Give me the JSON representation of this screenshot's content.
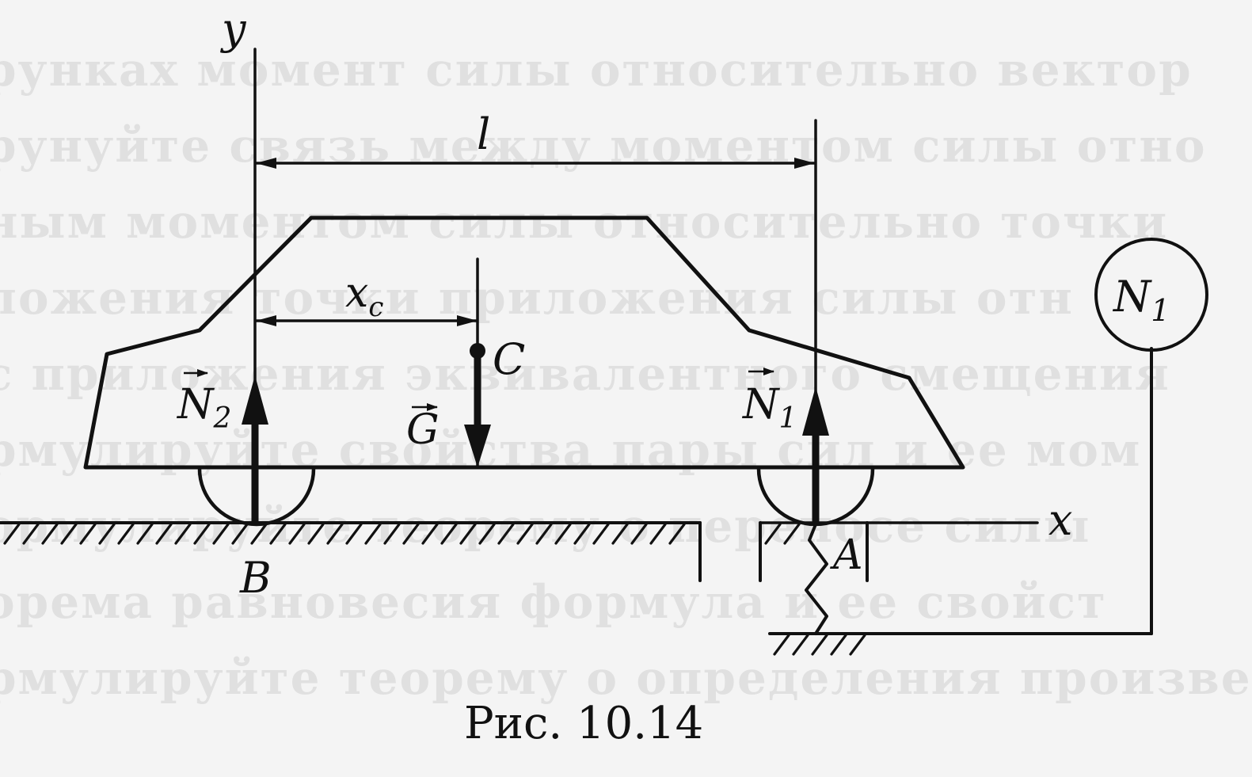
{
  "labels": {
    "y_axis": "y",
    "x_axis": "x",
    "length": "l",
    "xc_main": "x",
    "xc_sub": "c",
    "point_c": "C",
    "weight": "G",
    "n2_main": "N",
    "n2_sub": "2",
    "n1_main": "N",
    "n1_sub": "1",
    "point_b": "B",
    "point_a": "A",
    "gauge_main": "N",
    "gauge_sub": "1"
  },
  "caption": "Рис. 10.14",
  "colors": {
    "ink": "#111111",
    "paper": "#f4f4f4"
  }
}
